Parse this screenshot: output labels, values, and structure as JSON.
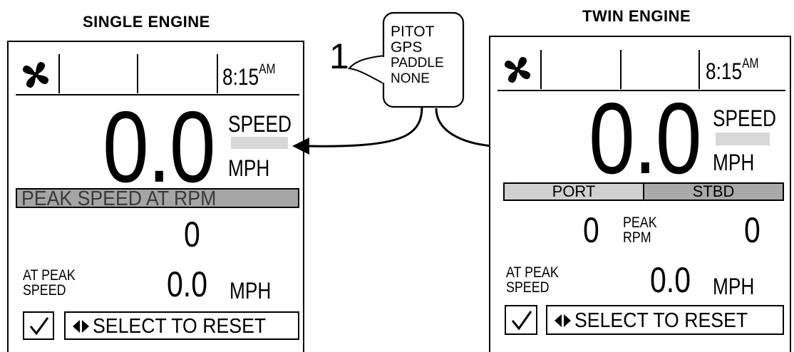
{
  "single": {
    "heading": "SINGLE ENGINE",
    "time": "8:15",
    "ampm": "AM",
    "speed_value": "0.0",
    "speed_label": "SPEED",
    "speed_unit": "MPH",
    "peak_band": "PEAK SPEED AT RPM",
    "rpm_value": "0",
    "at_peak_line1": "AT PEAK",
    "at_peak_line2": "SPEED",
    "peak_speed_value": "0.0",
    "peak_speed_unit": "MPH",
    "reset_label": "SELECT TO RESET"
  },
  "twin": {
    "heading": "TWIN ENGINE",
    "time": "8:15",
    "ampm": "AM",
    "speed_value": "0.0",
    "speed_label": "SPEED",
    "speed_unit": "MPH",
    "port_label": "PORT",
    "stbd_label": "STBD",
    "port_rpm": "0",
    "stbd_rpm": "0",
    "peak_line1": "PEAK",
    "peak_line2": "RPM",
    "at_peak_line1": "AT PEAK",
    "at_peak_line2": "SPEED",
    "peak_speed_value": "0.0",
    "peak_speed_unit": "MPH",
    "reset_label": "SELECT TO RESET"
  },
  "callout": {
    "number": "1",
    "options": [
      "PITOT",
      "GPS",
      "PADDLE",
      "NONE"
    ]
  },
  "colors": {
    "peak_band": "#a5a5a5",
    "port_bg": "#d0d0d0",
    "stbd_bg": "#a9a9a9",
    "speed_bar": "#d8d8d8"
  },
  "icons": [
    "fan-icon",
    "checkmark-icon",
    "left-right-arrows-icon"
  ]
}
